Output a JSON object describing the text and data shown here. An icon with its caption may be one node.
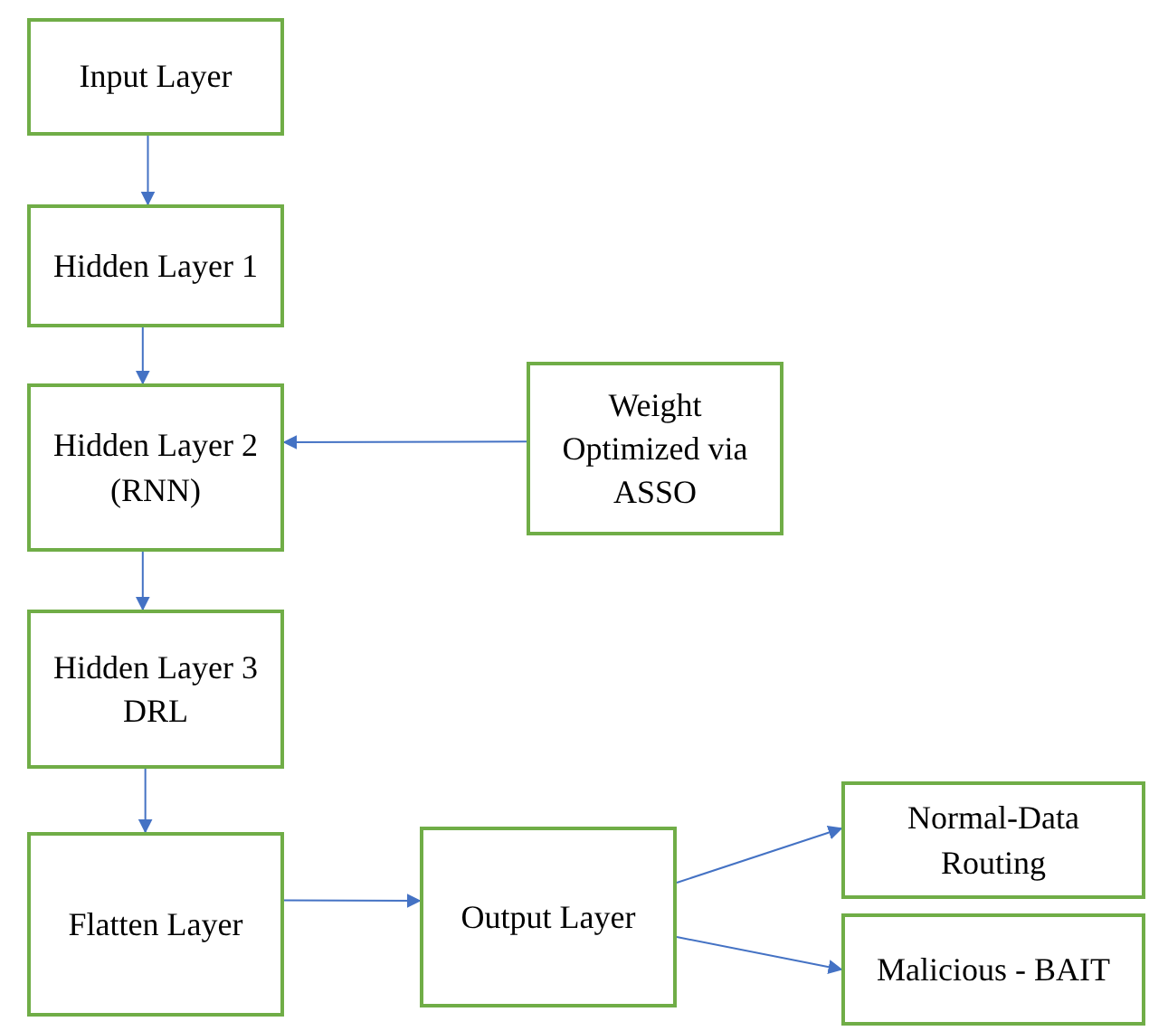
{
  "diagram": {
    "nodes": [
      {
        "text": [
          "Input Layer"
        ]
      },
      {
        "text": [
          "Hidden Layer 1"
        ]
      },
      {
        "text": [
          "Hidden Layer 2 (RNN)"
        ]
      },
      {
        "text": [
          "Weight Optimized via ASSO"
        ]
      },
      {
        "text": [
          "Hidden Layer 3 DRL"
        ]
      },
      {
        "text": [
          "Flatten Layer"
        ]
      },
      {
        "text": [
          "Output Layer"
        ]
      },
      {
        "text": [
          "Normal-Data Routing"
        ]
      },
      {
        "text": [
          "Malicious - BAIT"
        ]
      }
    ],
    "edges": [
      {
        "from": 0,
        "to": 1,
        "arrow": "to"
      },
      {
        "from": 1,
        "to": 2,
        "arrow": "to"
      },
      {
        "from": 3,
        "to": 2,
        "arrow": "to"
      },
      {
        "from": 2,
        "to": 4,
        "arrow": "to"
      },
      {
        "from": 4,
        "to": 5,
        "arrow": "to"
      },
      {
        "from": 5,
        "to": 6,
        "arrow": "to"
      },
      {
        "from": 6,
        "to": 7,
        "arrow": "to"
      },
      {
        "from": 6,
        "to": 8,
        "arrow": "to"
      }
    ]
  }
}
